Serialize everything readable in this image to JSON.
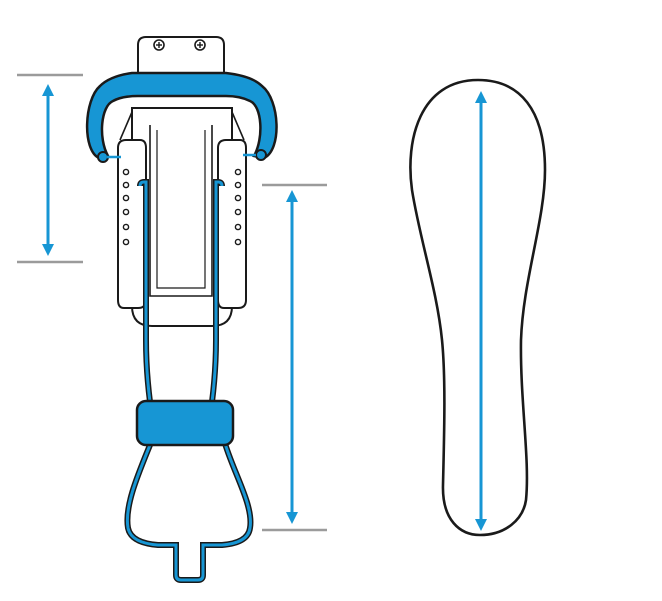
{
  "colors": {
    "accent_blue": "#1796d4",
    "outline": "#1a1a1a",
    "guide_gray": "#9b9b9b",
    "background": "#ffffff"
  },
  "figure": {
    "left_device": {
      "icon": "ski-boot-stretcher-icon"
    },
    "right_insole": {
      "icon": "insole-icon"
    },
    "measurements": [
      "upper-length-arrow",
      "lower-length-arrow",
      "insole-length-arrow"
    ]
  }
}
